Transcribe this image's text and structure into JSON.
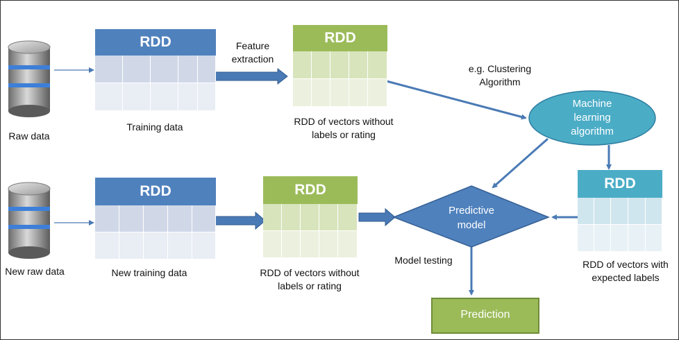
{
  "nodes": {
    "rdd_label": "RDD",
    "feature_extraction_label": "Feature\nextraction",
    "clustering_label": "e.g. Clustering\nAlgorithm",
    "ml_algorithm": "Machine\nlearning\nalgorithm",
    "predictive_model": "Predictive\nmodel",
    "prediction": "Prediction",
    "model_testing": "Model testing",
    "raw_data": "Raw data",
    "new_raw_data": "New raw data",
    "training_data": "Training data",
    "new_training_data": "New training data",
    "rdd_vectors_no_labels": "RDD of vectors without\nlabels or rating",
    "rdd_vectors_no_labels_2": "RDD of vectors without\nlabels or rating",
    "rdd_vectors_expected": "RDD of vectors with\nexpected labels"
  },
  "colors": {
    "blue_head": "#4f81bd",
    "blue_body": "#d0d8e8",
    "blue_body_light": "#e9edf4",
    "green_head": "#9bbb59",
    "green_body": "#d8e4bc",
    "green_body_light": "#ebf1de",
    "teal_head": "#4bacc6",
    "teal_body": "#d0e6ee",
    "teal_body_light": "#e8f2f6",
    "arrow": "#4a7ab5",
    "ellipse_fill": "#4bacc6",
    "diamond_fill": "#4f81bd",
    "prediction_fill": "#9bbb59"
  }
}
